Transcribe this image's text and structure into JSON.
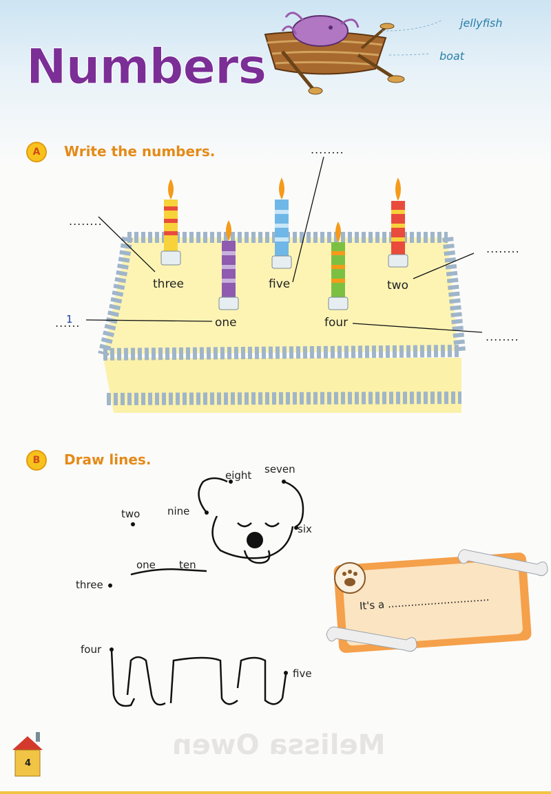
{
  "page": {
    "title": "Numbers",
    "page_number": "4",
    "watermark_bottom": "Melissa Owen"
  },
  "header_labels": {
    "jellyfish": "jellyfish",
    "boat": "boat"
  },
  "section_a": {
    "badge": "A",
    "instruction": "Write the numbers.",
    "words": {
      "three": "three",
      "five": "five",
      "two": "two",
      "one": "one",
      "four": "four"
    },
    "blanks": {
      "top_left": "........",
      "top_center": "........",
      "right_upper": "........",
      "left_answer": "......",
      "left_answer_value": "1",
      "right_lower": "........"
    }
  },
  "section_b": {
    "badge": "B",
    "instruction": "Draw lines.",
    "words": {
      "eight": "eight",
      "seven": "seven",
      "two": "two",
      "nine": "nine",
      "six": "six",
      "one": "one",
      "ten": "ten",
      "three": "three",
      "four": "four",
      "five": "five"
    },
    "answer_card": {
      "text": "It's a ..............................."
    }
  },
  "colors": {
    "title": "#7b2e96",
    "instruction": "#e48a18",
    "badge": "#f7c21c",
    "label": "#2a7fa8",
    "cake": "#fbf1a8",
    "frosting": "#9fb5c9",
    "card_border": "#f29a3a"
  }
}
